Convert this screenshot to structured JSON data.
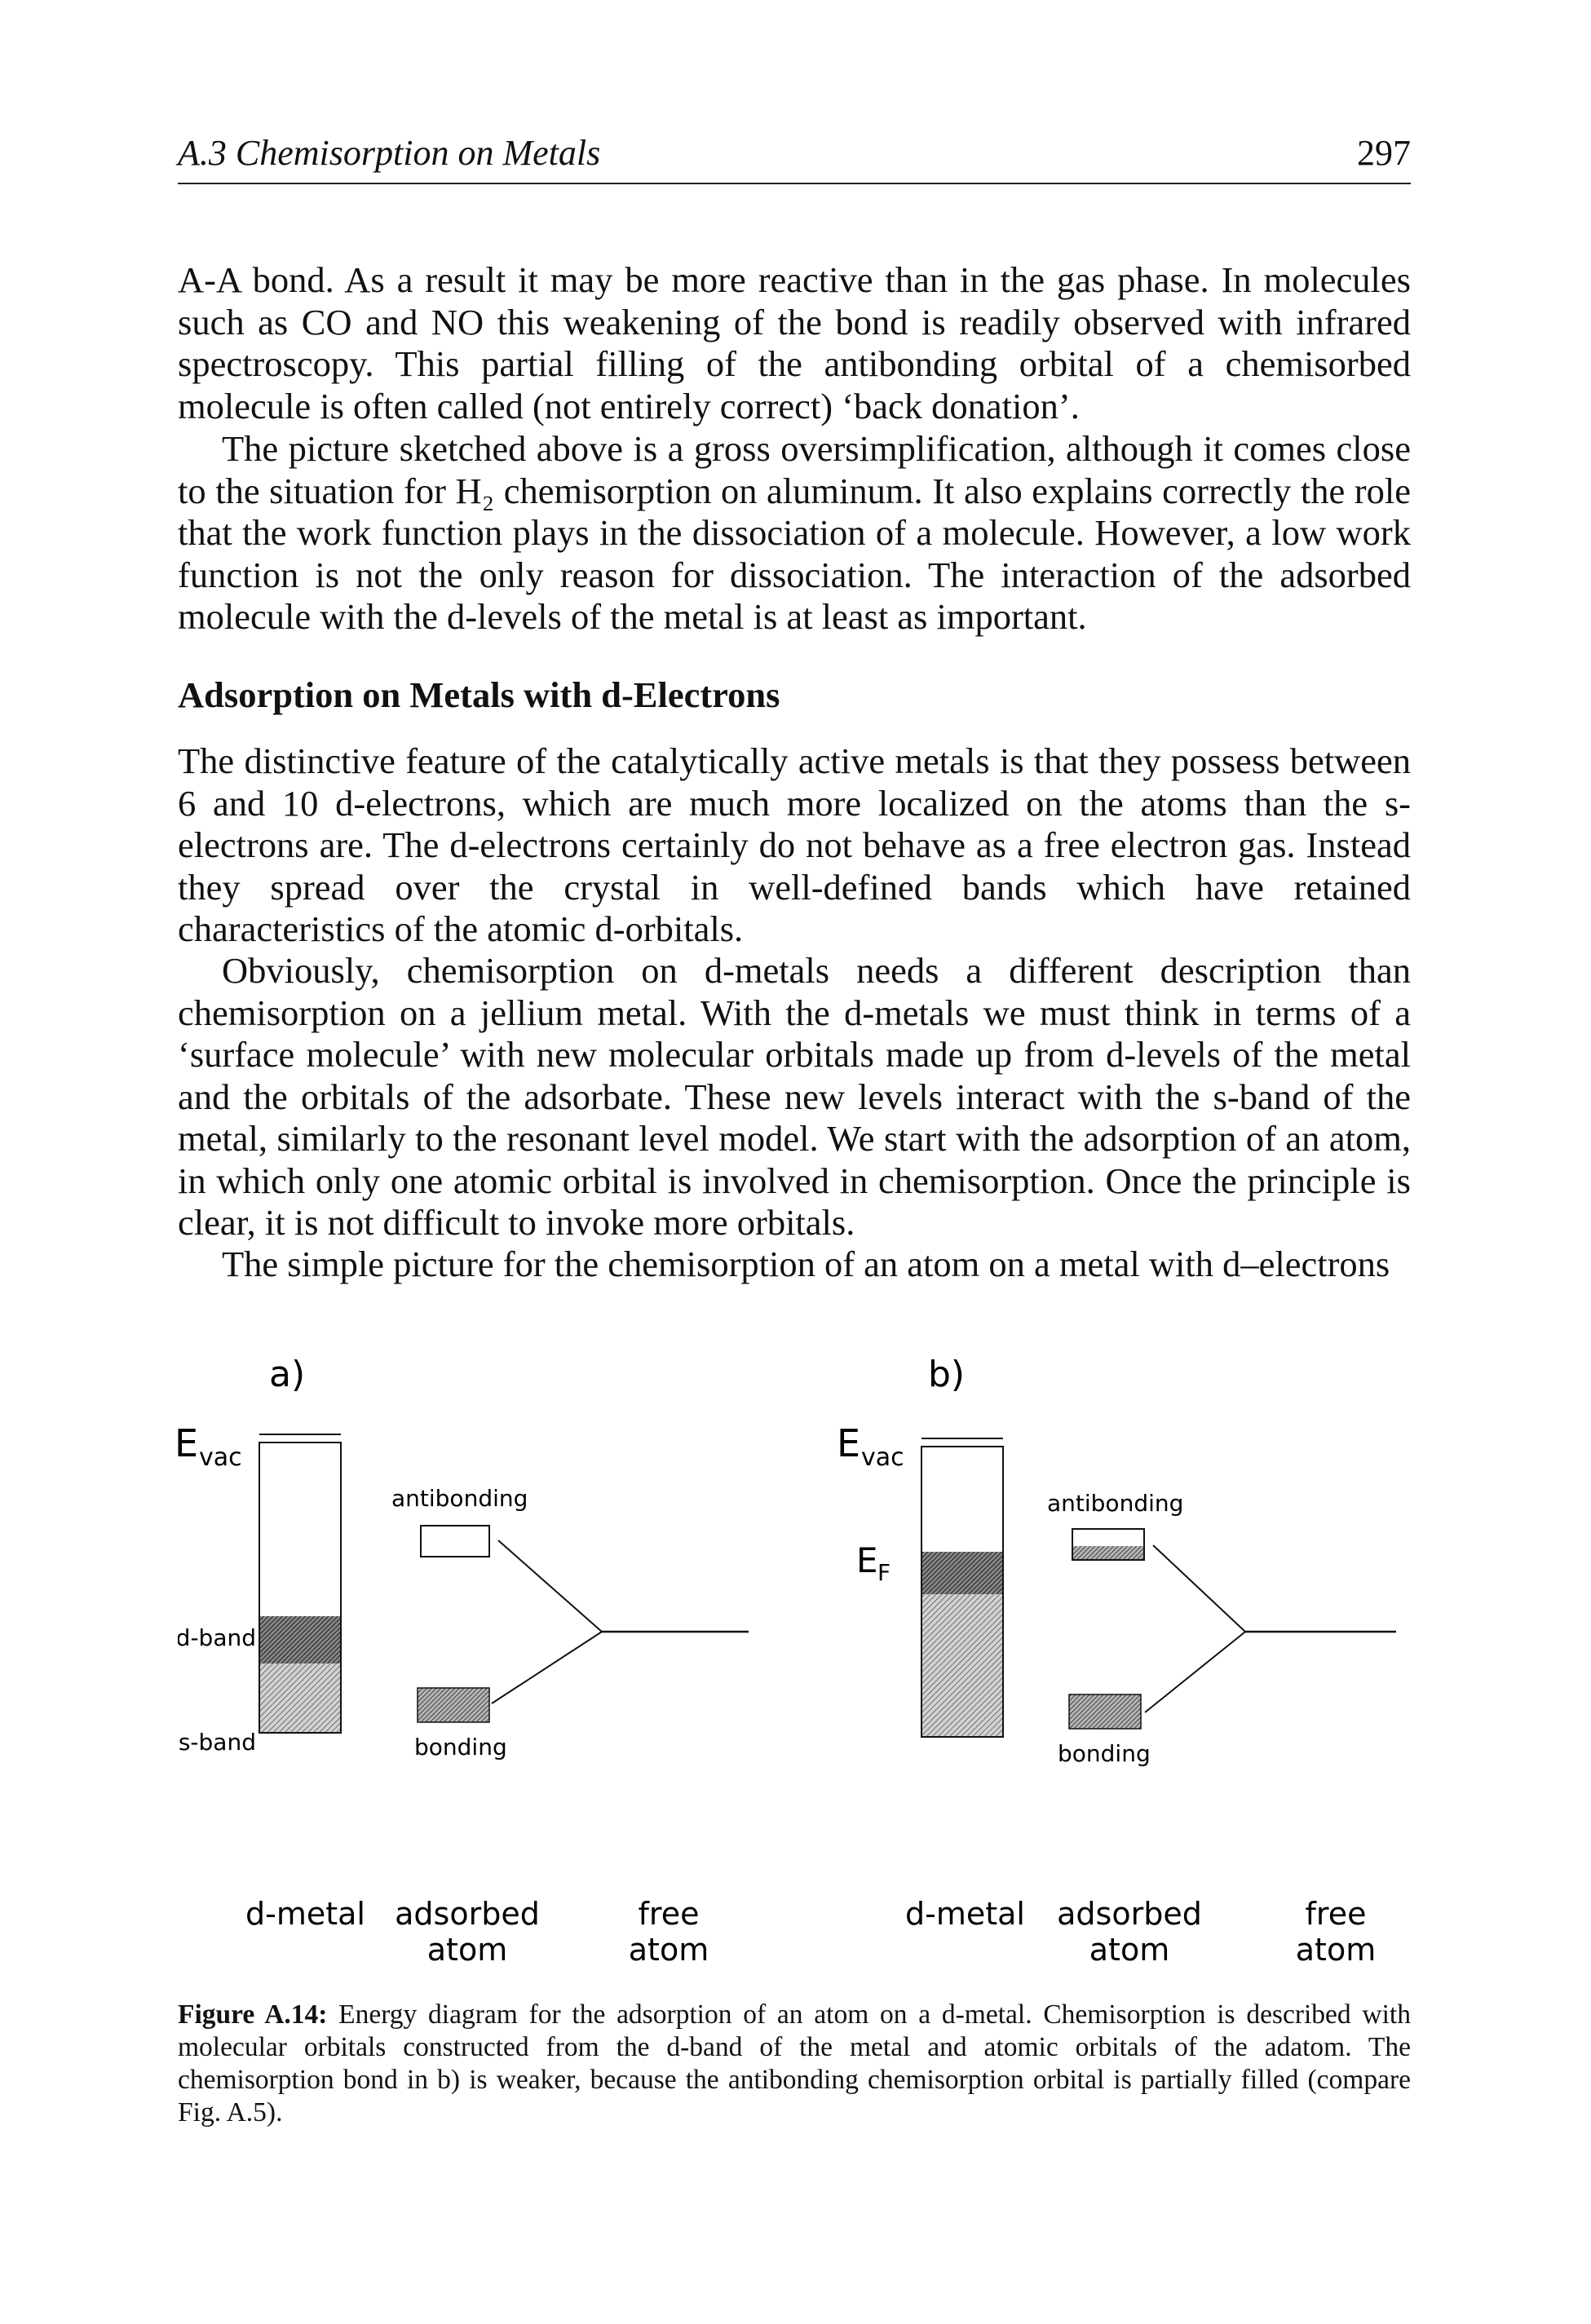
{
  "running_head": {
    "title": "A.3  Chemisorption on Metals",
    "page_number": "297"
  },
  "paragraphs": [
    "A-A bond. As a result it may be more reactive than in the gas phase. In molecules such as CO and NO this weakening of the bond is readily observed with infrared spectroscopy. This partial filling of the antibonding orbital of a chemisorbed molecule is often called (not entirely correct) ‘back donation’.",
    "The picture sketched above is a gross oversimplification, although it comes close to the situation for H₂ chemisorption on aluminum. It also explains correctly the role that the work function plays in the dissociation of a molecule. However, a low work function is not the only reason for dissociation. The interaction of the adsorbed molecule with the d-levels of the metal is at least as important.",
    "The distinctive feature of the catalytically active metals is that they possess between 6 and 10 d-electrons, which are much more localized on the atoms than the s-electrons are. The d-electrons certainly do not behave as a free electron gas. Instead they spread over the crystal in well-defined bands which have retained characteristics of the atomic d-orbitals.",
    "Obviously, chemisorption on d-metals needs a different description than chemisorption on a jellium metal. With the d-metals we must think in terms of a ‘surface molecule’ with new molecular orbitals made up from d-levels of the metal and the orbitals of the adsorbate. These new levels interact with the s-band of the metal, similarly to the resonant level model. We start with the adsorption of an atom, in which only one atomic orbital is involved in chemisorption. Once the principle is clear, it is not difficult to invoke more orbitals.",
    "The simple picture for the chemisorption of an atom on a metal with d–electrons"
  ],
  "section_heading": "Adsorption on Metals with d-Electrons",
  "figure": {
    "panel_a": {
      "label": "a)",
      "evac": "E",
      "evac_sub": "vac",
      "dband": "d-band",
      "sband": "s-band",
      "antibonding": "antibonding",
      "bonding": "bonding",
      "col_metal": "d-metal",
      "col_adsorbed_1": "adsorbed",
      "col_adsorbed_2": "atom",
      "col_free_1": "free",
      "col_free_2": "atom"
    },
    "panel_b": {
      "label": "b)",
      "evac": "E",
      "evac_sub": "vac",
      "ef": "E",
      "ef_sub": "F",
      "antibonding": "antibonding",
      "bonding": "bonding",
      "col_metal": "d-metal",
      "col_adsorbed_1": "adsorbed",
      "col_adsorbed_2": "atom",
      "col_free_1": "free",
      "col_free_2": "atom"
    }
  },
  "caption": {
    "label": "Figure A.14:",
    "text": " Energy diagram for the adsorption of an atom on a d-metal. Chemisorption is described with molecular orbitals constructed from the d-band of the metal and atomic orbitals of the adatom. The chemisorption bond in b) is weaker, because the antibonding chemisorption orbital is partially filled (compare Fig. A.5)."
  }
}
